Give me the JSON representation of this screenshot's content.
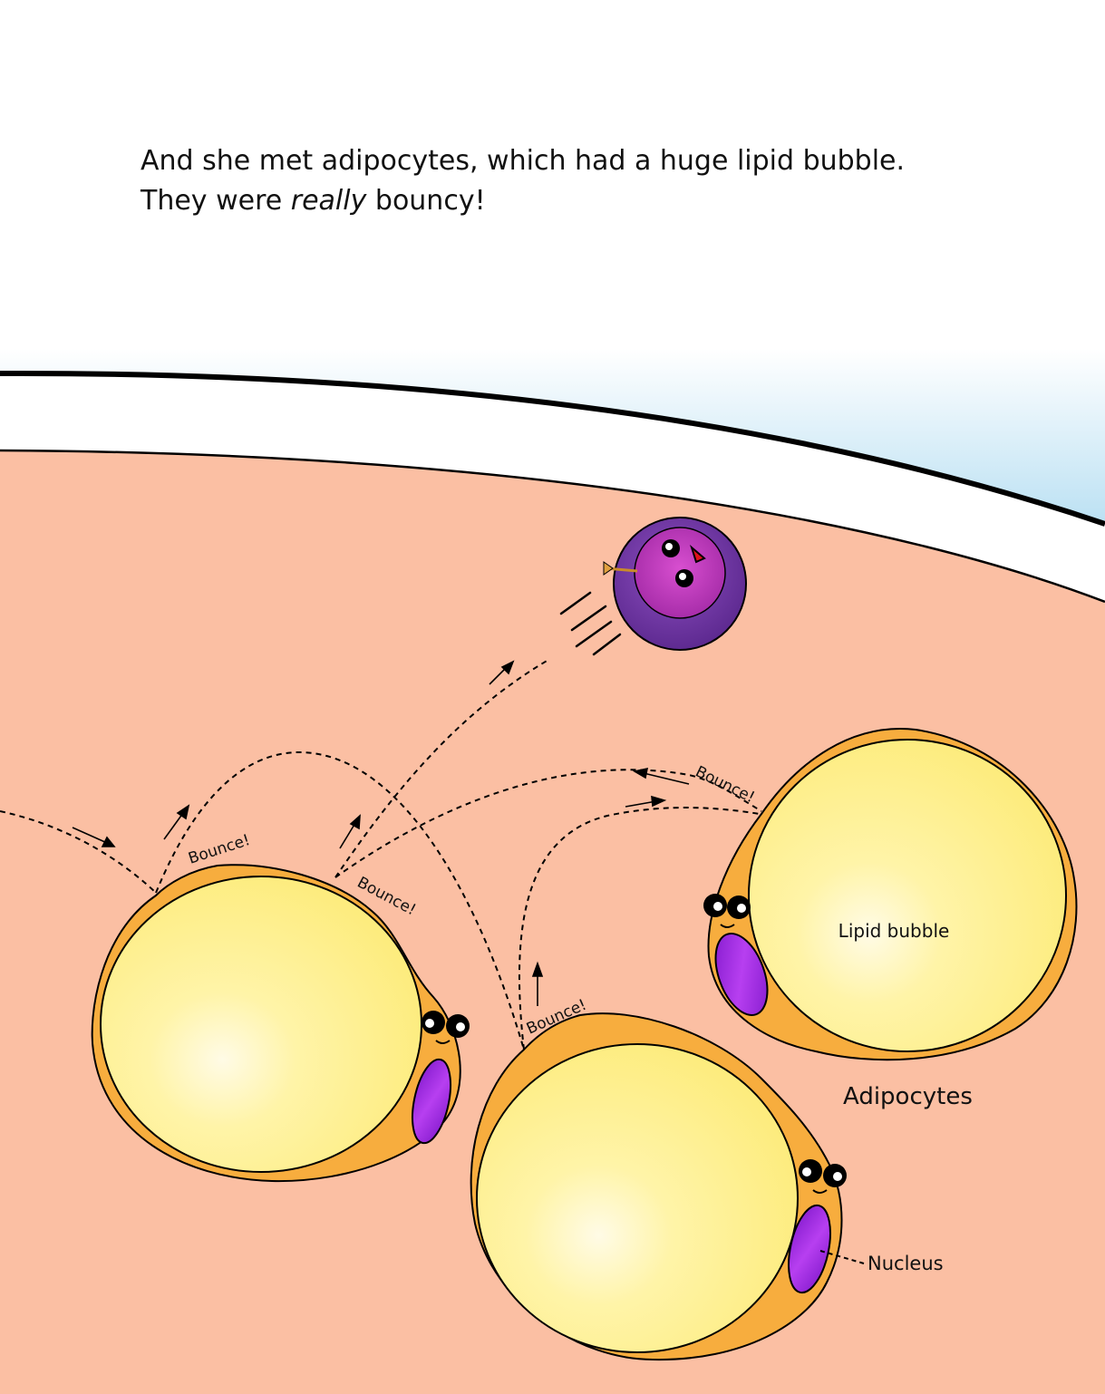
{
  "caption": {
    "line1": "And she met adipocytes, which had a huge lipid bubble.",
    "line2_before": "They were ",
    "line2_emph": "really",
    "line2_after": " bouncy!"
  },
  "labels": {
    "bounce": "Bounce!",
    "lipid_bubble": "Lipid bubble",
    "adipocytes": "Adipocytes",
    "nucleus": "Nucleus"
  },
  "colors": {
    "sky": "#9dd3ec",
    "tissue": "#fbbfa3",
    "membrane": "#f7ad3e",
    "lipid": "#fdef88",
    "nucleus": "#8e1fd6",
    "character_outer": "#7b3aa8",
    "character_inner": "#c33dbd"
  }
}
